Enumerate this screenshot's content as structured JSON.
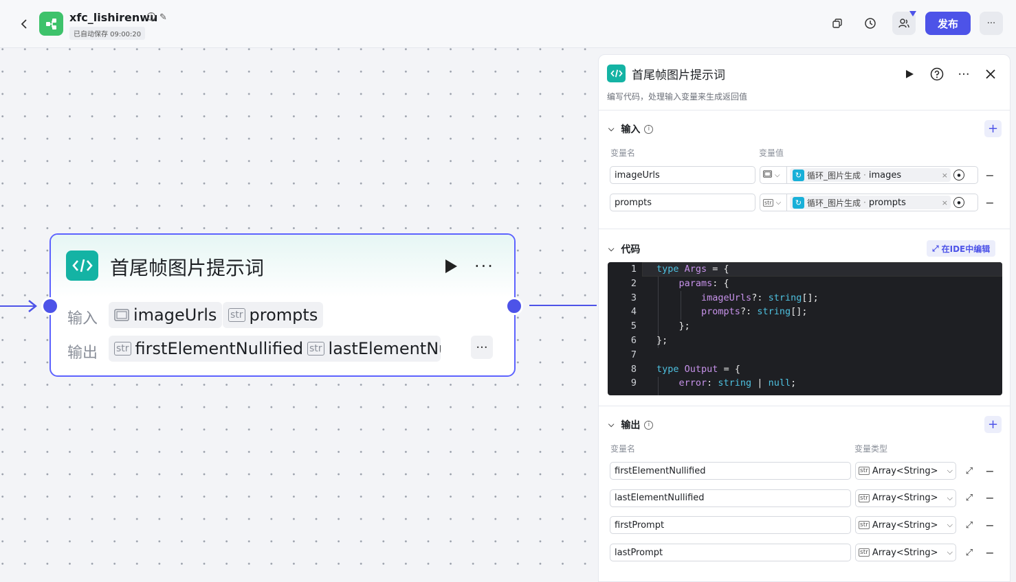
{
  "topbar": {
    "app_name": "xfc_lishirenwu",
    "save_status": "已自动保存 09:00:20",
    "publish_label": "发布",
    "more": "···"
  },
  "node": {
    "title": "首尾帧图片提示词",
    "input_label": "输入",
    "output_label": "输出",
    "inputs": [
      {
        "type_icon": "image-icon",
        "name": "imageUrls"
      },
      {
        "type_icon": "str",
        "name": "prompts"
      }
    ],
    "outputs": [
      {
        "type_icon": "str",
        "name": "firstElementNullified"
      },
      {
        "type_icon": "str",
        "name": "lastElementNu"
      }
    ],
    "more": "···"
  },
  "panel": {
    "title": "首尾帧图片提示词",
    "description": "编写代码，处理输入变量来生成返回值",
    "input_section": {
      "title": "输入",
      "col_name": "变量名",
      "col_value": "变量值",
      "rows": [
        {
          "name": "imageUrls",
          "type_icon": "image-icon",
          "ref_source": "循环_图片生成",
          "ref_field": "images"
        },
        {
          "name": "prompts",
          "type_icon": "str",
          "ref_source": "循环_图片生成",
          "ref_field": "prompts"
        }
      ]
    },
    "code_section": {
      "title": "代码",
      "ide_label": "在IDE中编辑",
      "line_numbers": [
        "1",
        "2",
        "3",
        "4",
        "5",
        "6",
        "7",
        "8",
        "9"
      ],
      "lines": [
        "type Args = {",
        "    params: {",
        "        imageUrls?: string[];",
        "        prompts?: string[];",
        "    };",
        "};",
        "",
        "type Output = {",
        "    error: string | null;"
      ]
    },
    "output_section": {
      "title": "输出",
      "col_name": "变量名",
      "col_type": "变量类型",
      "rows": [
        {
          "name": "firstElementNullified",
          "type": "Array<String>"
        },
        {
          "name": "lastElementNullified",
          "type": "Array<String>"
        },
        {
          "name": "firstPrompt",
          "type": "Array<String>"
        },
        {
          "name": "lastPrompt",
          "type": "Array<String>"
        }
      ]
    }
  },
  "colors": {
    "accent": "#4d53e8",
    "code_node": "#14b3a4",
    "app_logo": "#3ec26b",
    "loop_tag": "#18b0d8"
  }
}
